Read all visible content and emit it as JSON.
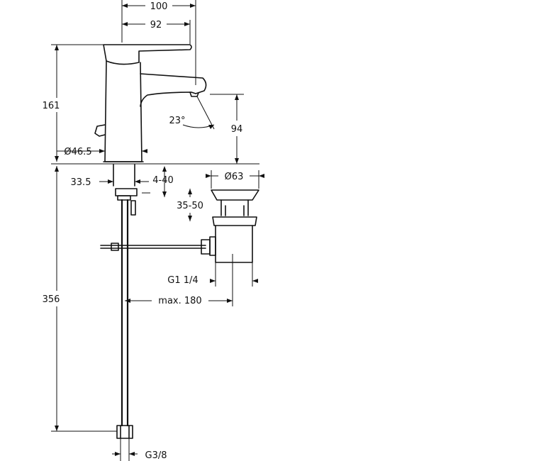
{
  "dimensions": {
    "width_overall": "100",
    "width_spout": "92",
    "height_top": "161",
    "height_spout": "94",
    "angle": "23°",
    "diameter_base": "Ø46.5",
    "base_offset": "33.5",
    "countertop_thickness": "4-40",
    "waste_diameter": "Ø63",
    "basin_thickness": "35-50",
    "waste_thread": "G1 1/4",
    "rod_length": "max. 180",
    "hose_length": "356",
    "hose_thread": "G3/8"
  }
}
